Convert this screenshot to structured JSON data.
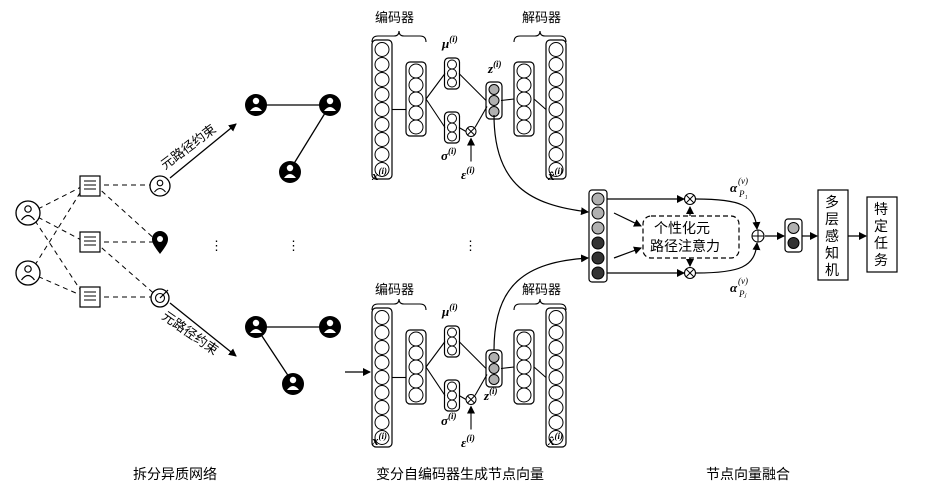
{
  "labels": {
    "encoder": "编码器",
    "decoder": "解码器",
    "meta_path_constraint": "元路径约束",
    "attention": [
      "个性化元",
      "路径注意力"
    ],
    "mlp": [
      "多",
      "层",
      "感",
      "知",
      "机"
    ],
    "task": [
      "特",
      "定",
      "任",
      "务"
    ],
    "ellipsis": "⋮"
  },
  "math": {
    "x": "x",
    "x_hat": "x̂",
    "mu": "μ",
    "sigma": "σ",
    "z": "z",
    "eps": "ε",
    "alpha": "α",
    "i_sup": "(i)"
  },
  "captions": {
    "left": "拆分异质网络",
    "middle": "变分自编码器生成节点向量",
    "right": "节点向量融合"
  }
}
